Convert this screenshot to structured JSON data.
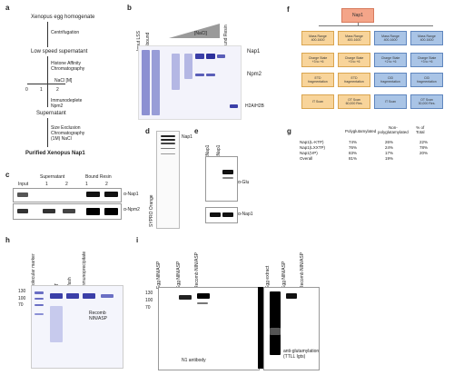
{
  "panels": {
    "a": {
      "label": "a",
      "steps": {
        "start": "Xenopus egg homogenate",
        "centrifugation": "Centrifugation",
        "low_speed": "Low speed supernatant",
        "hac": "Histone Affinity\nChromatography",
        "nacl": "NaCl [M]",
        "nacl_1": "1",
        "nacl_2": "2",
        "nacl_0": "0",
        "immunodeplete": "Immunodeplete\nNpm2",
        "supernatant": "Supernatant",
        "sec": "Size Exclusion\nChromatography\n(1M) NaCl",
        "final": "Purified Xenopus Nap1"
      }
    },
    "b": {
      "label": "b",
      "lanes": [
        "Input LSS",
        "Unbound"
      ],
      "nacl_label": "[NaCl]",
      "bound_label": "Bound Resin",
      "markers": [
        "Nap1",
        "Npm2",
        "H2A/H2B"
      ]
    },
    "c": {
      "label": "c",
      "headers": [
        "Supernatant",
        "Bound Resin"
      ],
      "lanes": [
        "Input",
        "1",
        "2",
        "1",
        "2"
      ],
      "blots": [
        "α-Nap1",
        "α-Npm2"
      ]
    },
    "d": {
      "label": "d",
      "stain": "SYPRO Orange",
      "marker": "Nap1"
    },
    "e": {
      "label": "e",
      "lanes": [
        "xNap1",
        "xNap1"
      ],
      "blots": [
        "α-Glu",
        "α-Nap1"
      ]
    },
    "f": {
      "label": "f",
      "top": "Nap1",
      "cols": [
        [
          "Mass Range\n400-1600",
          "Charge State\n+3 to +6",
          "ETD\nfragmentation",
          "IT Scan"
        ],
        [
          "Mass Range\n400-1600",
          "Charge State\n+3 to +6",
          "ETD\nfragmentation",
          "OT Scan\n60,000 Res."
        ],
        [
          "Mass Range\n400-1600",
          "Charge State\n+2 to +6",
          "CID\nfragmentation",
          "IT Scan"
        ],
        [
          "Mass Range\n400-1600",
          "Charge State\n+3 to +6",
          "CID\nfragmentation",
          "OT Scan\n30,000 Res."
        ]
      ]
    },
    "g": {
      "label": "g",
      "headers": [
        "Polyglutamylated",
        "Non-\npolyglutamylated",
        "% of\nTotal"
      ],
      "rows": [
        [
          "Nap1(L-KTP)",
          "74%",
          "26%",
          "22%"
        ],
        [
          "Nap1(LXXTP)",
          "76%",
          "24%",
          "78%"
        ],
        [
          "Nap1(VP)",
          "83%",
          "17%",
          "20%"
        ],
        [
          "Overall",
          "81%",
          "19%",
          ""
        ]
      ]
    },
    "h": {
      "label": "h",
      "lanes": [
        "Molecular marker",
        "FT",
        "Wash",
        "Immunoprecipitate"
      ],
      "mw": [
        "130",
        "100",
        "70"
      ],
      "marker": "Recomb\nNIN/ASP"
    },
    "i": {
      "label": "i",
      "lanes_left": [
        "Egg NIN/ASP",
        "Egg NIN/ASP",
        "Recomb NIN/ASP"
      ],
      "lanes_right": [
        "Egg extract",
        "Egg NIN/ASP",
        "Recomb NIN/ASP"
      ],
      "mw": [
        "130",
        "100",
        "70"
      ],
      "caption_left": "N1 antibody",
      "caption_right": "anti-glutamylation\n(TTLL Igts)"
    }
  }
}
